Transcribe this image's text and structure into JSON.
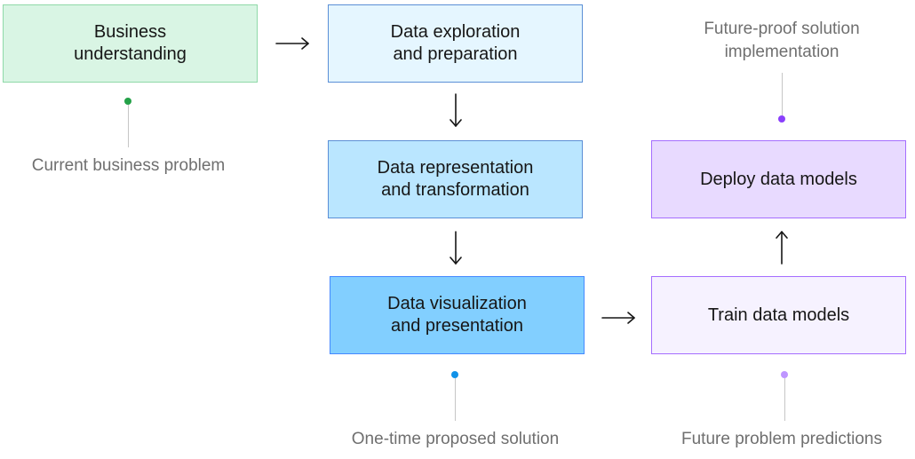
{
  "steps": {
    "business": {
      "line1": "Business",
      "line2": "understanding",
      "fill": "#d9f5e4",
      "border": "#8fd9a8"
    },
    "exploration": {
      "line1": "Data exploration",
      "line2": "and preparation",
      "fill": "#e5f6ff",
      "border": "#5b8fd6"
    },
    "representation": {
      "line1": "Data representation",
      "line2": "and transformation",
      "fill": "#bae6ff",
      "border": "#5b8fd6"
    },
    "visualization": {
      "line1": "Data visualization",
      "line2": "and presentation",
      "fill": "#82cfff",
      "border": "#4589ff"
    },
    "train": {
      "line1": "Train data models",
      "fill": "#f6f2ff",
      "border": "#a56eff"
    },
    "deploy": {
      "line1": "Deploy data models",
      "fill": "#e8daff",
      "border": "#a56eff"
    }
  },
  "annotations": {
    "current_problem": {
      "text": "Current business problem",
      "dot_color": "#24a148"
    },
    "one_time_solution": {
      "text": "One-time proposed solution",
      "dot_color": "#1192e8"
    },
    "future_predictions": {
      "text": "Future problem predictions",
      "dot_color": "#be95ff"
    },
    "future_proof": {
      "line1": "Future-proof solution",
      "line2": "implementation",
      "dot_color": "#8a3ffc"
    }
  },
  "colors": {
    "arrow": "#161616",
    "stem": "#c6c6c6",
    "note_text": "#6f6f6f"
  }
}
